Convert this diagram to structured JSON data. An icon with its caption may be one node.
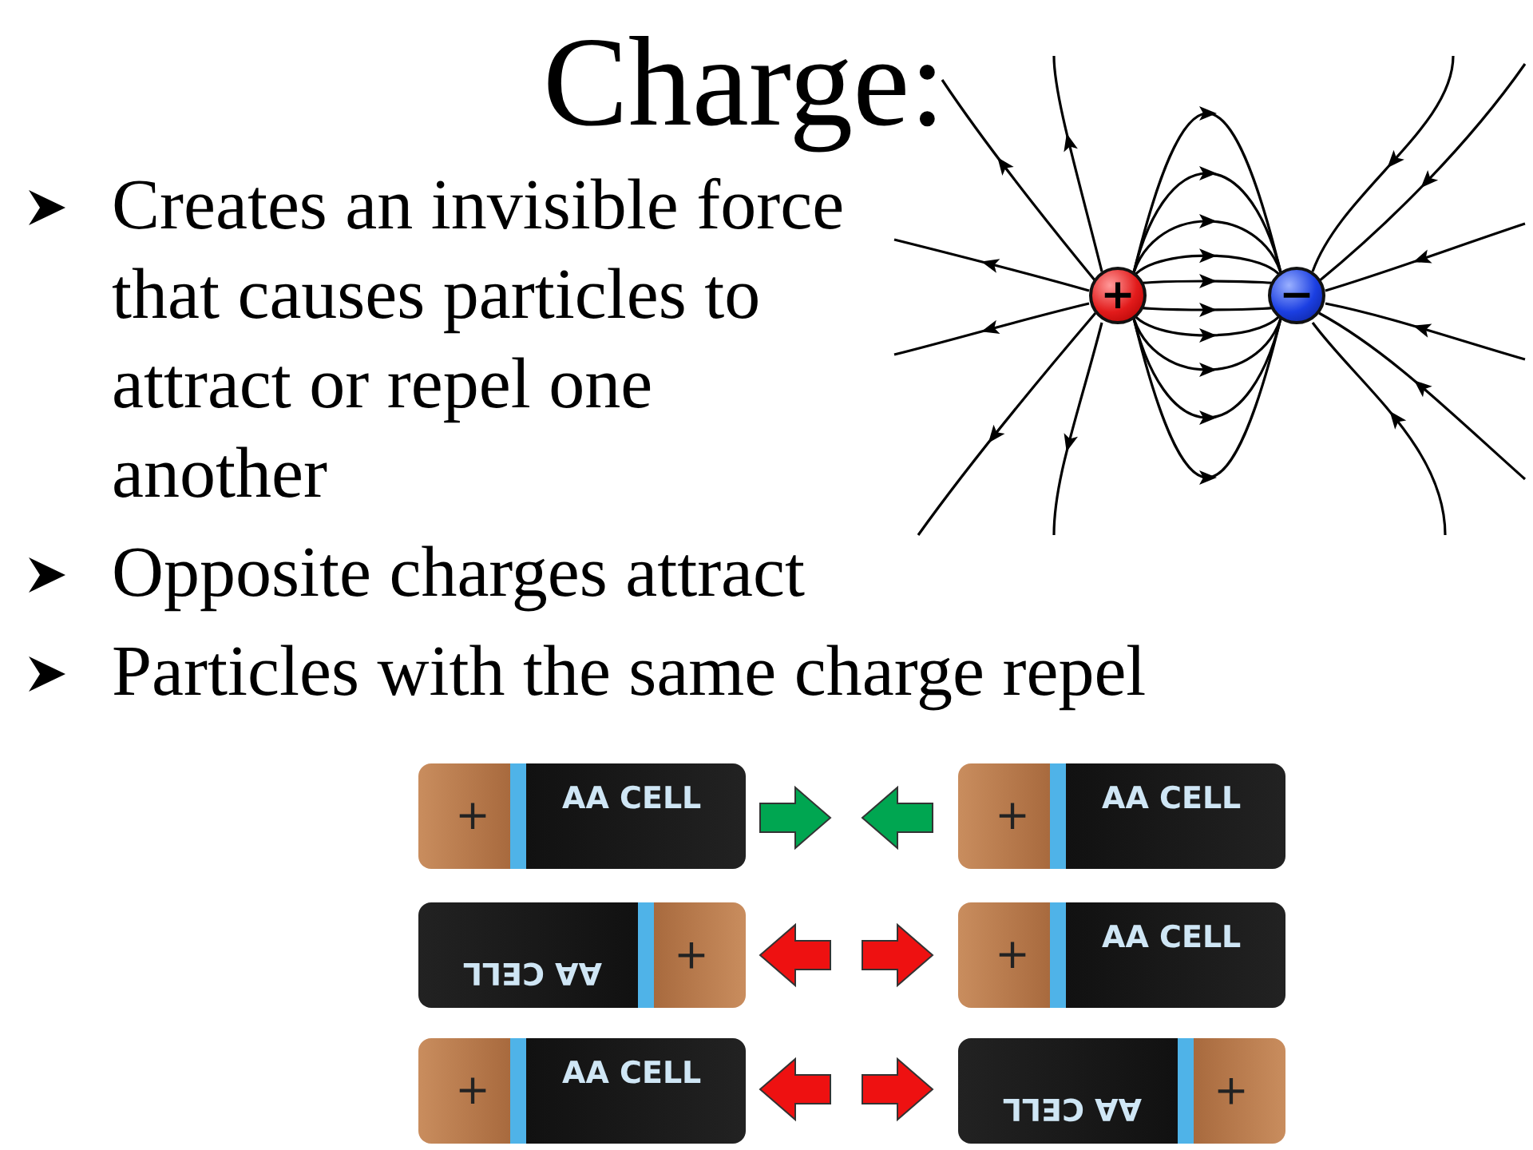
{
  "diagram": {
    "title": "Charge:",
    "nodes": [
      {
        "text": [
          "+"
        ]
      },
      {
        "text": [
          "−"
        ]
      },
      {
        "text": [
          "+",
          "AA CELL"
        ]
      },
      {
        "text": [
          "+",
          "AA CELL"
        ]
      },
      {
        "text": [
          "+",
          "AA CELL"
        ]
      },
      {
        "text": [
          "+",
          "AA CELL"
        ]
      },
      {
        "text": [
          "+",
          "AA CELL"
        ]
      },
      {
        "text": [
          "+",
          "AA CELL"
        ]
      }
    ],
    "labels": [
      "Creates an invisible force that causes particles to attract or repel one another",
      "Opposite charges attract",
      "Particles with the same charge repel"
    ]
  }
}
